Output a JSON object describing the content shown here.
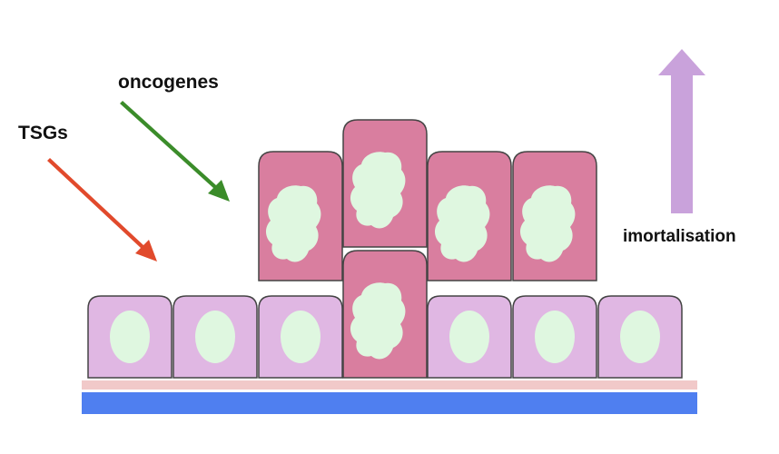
{
  "labels": {
    "oncogenes": "oncogenes",
    "tsgs": "TSGs",
    "immortalisation": "imortalisation"
  },
  "colors": {
    "normal_cell_fill": "#e0b7e3",
    "tumour_cell_fill": "#d97e9f",
    "cell_border": "#444444",
    "normal_nucleus": "#dff7e0",
    "tumour_nucleus": "#dff7e0",
    "basement_membrane": "#f1c9c9",
    "substrate": "#4f7ff0",
    "oncogene_arrow": "#3b8c2a",
    "tsg_arrow": "#e14a2c",
    "immortalisation_arrow": "#c9a2db"
  },
  "icons": {
    "oncogene_arrow": "diagonal-arrow-icon",
    "tsg_arrow": "diagonal-arrow-icon",
    "immortalisation_arrow": "up-arrow-icon"
  }
}
